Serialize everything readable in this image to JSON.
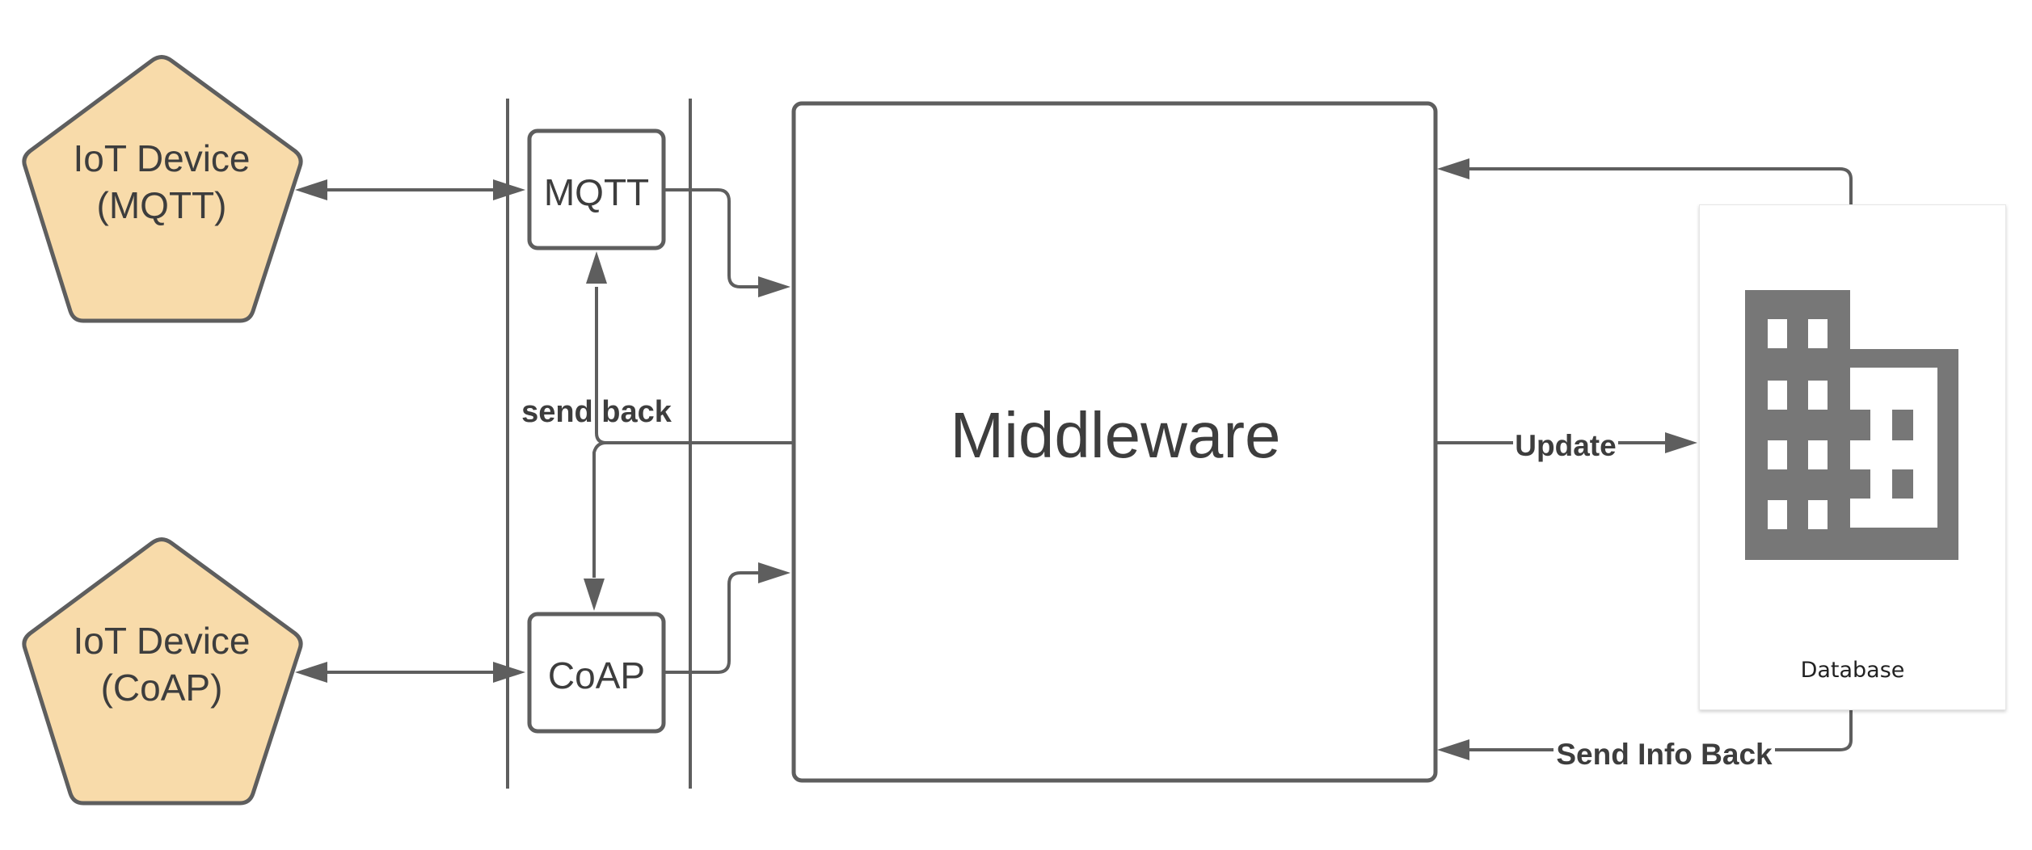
{
  "nodes": {
    "iot_mqtt": {
      "line1": "IoT Device",
      "line2": "(MQTT)"
    },
    "iot_coap": {
      "line1": "IoT Device",
      "line2": "(CoAP)"
    },
    "mqtt": "MQTT",
    "coap": "CoAP",
    "middleware": "Middleware",
    "database": "Database"
  },
  "edge_labels": {
    "send_back": "send back",
    "update": "Update",
    "send_info_back": "Send Info Back"
  },
  "colors": {
    "pentagon_fill": "#f8dbaa",
    "stroke": "#5e5e5e",
    "text": "#3d3d3d",
    "building_icon": "#777777"
  },
  "icons": {
    "database": "building-icon"
  }
}
